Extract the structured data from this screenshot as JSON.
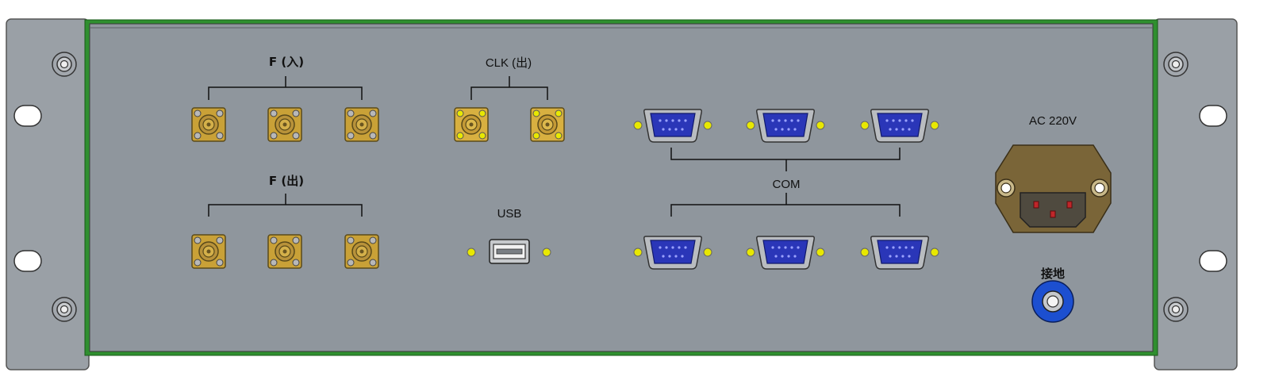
{
  "labels": {
    "f_in": "F (入)",
    "f_out": "F (出)",
    "clk_out": "CLK (出)",
    "usb": "USB",
    "com": "COM",
    "ac": "AC 220V",
    "ground": "接地"
  },
  "colors": {
    "panel": "#8f969d",
    "ear": "#9aa0a6",
    "frame_green": "#2f8f2f",
    "sma_gold": "#c9a137",
    "db9_blue": "#2a36b8",
    "led_yellow": "#e8e800",
    "power_brown": "#7a6538",
    "ground_blue": "#1c4fd0"
  },
  "connectors": {
    "f_in_count": 3,
    "f_out_count": 3,
    "clk_count": 2,
    "com_count": 6,
    "usb_count": 1
  }
}
